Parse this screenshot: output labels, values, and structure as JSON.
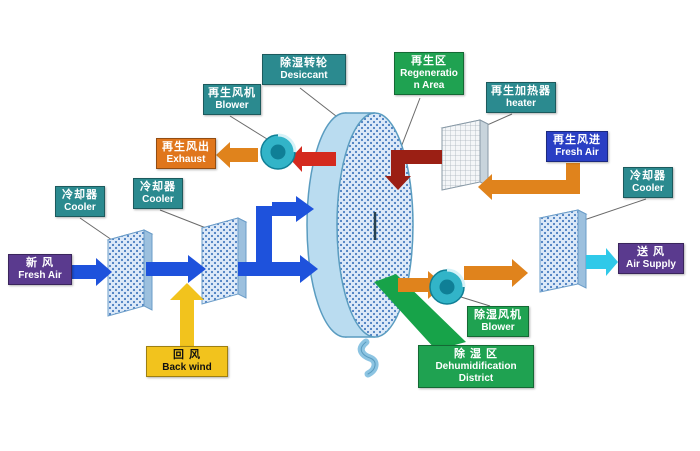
{
  "labels": {
    "desiccant": {
      "zh": "除湿转轮",
      "en": "Desiccant"
    },
    "regeneration_area": {
      "zh": "再生区",
      "en": "Regeneration Area"
    },
    "regen_blower": {
      "zh": "再生风机",
      "en": "Blower"
    },
    "regen_heater": {
      "zh": "再生加热器",
      "en": "heater"
    },
    "exhaust": {
      "zh": "再生风出",
      "en": "Exhaust"
    },
    "regen_fresh_air": {
      "zh": "再生风进",
      "en": "Fresh Air"
    },
    "cooler_right": {
      "zh": "冷却器",
      "en": "Cooler"
    },
    "cooler_1": {
      "zh": "冷却器",
      "en": "Cooler"
    },
    "cooler_2": {
      "zh": "冷却器",
      "en": "Cooler"
    },
    "fresh_air": {
      "zh": "新  风",
      "en": "Fresh Air"
    },
    "air_supply": {
      "zh": "送  风",
      "en": "Air Supply"
    },
    "back_wind": {
      "zh": "回  风",
      "en": "Back wind"
    },
    "dehumid_blower": {
      "zh": "除湿风机",
      "en": "Blower"
    },
    "dehumid_district": {
      "zh": "除 湿 区",
      "en": "Dehumidification District"
    }
  },
  "colors": {
    "label_teal": "#2b8a8f",
    "label_green": "#1fa251",
    "label_orange": "#e0761c",
    "label_blue": "#2a3fc4",
    "label_purple": "#5a3a8e",
    "label_yellow": "#f2c31d",
    "arrow_blue": "#1e52dc",
    "arrow_yellow": "#f2c31d",
    "arrow_orange": "#e0831c",
    "arrow_red": "#d42a1e",
    "arrow_dark_red": "#9b1f14",
    "arrow_cyan": "#2fc9e9",
    "wedge_green": "#17a349"
  }
}
